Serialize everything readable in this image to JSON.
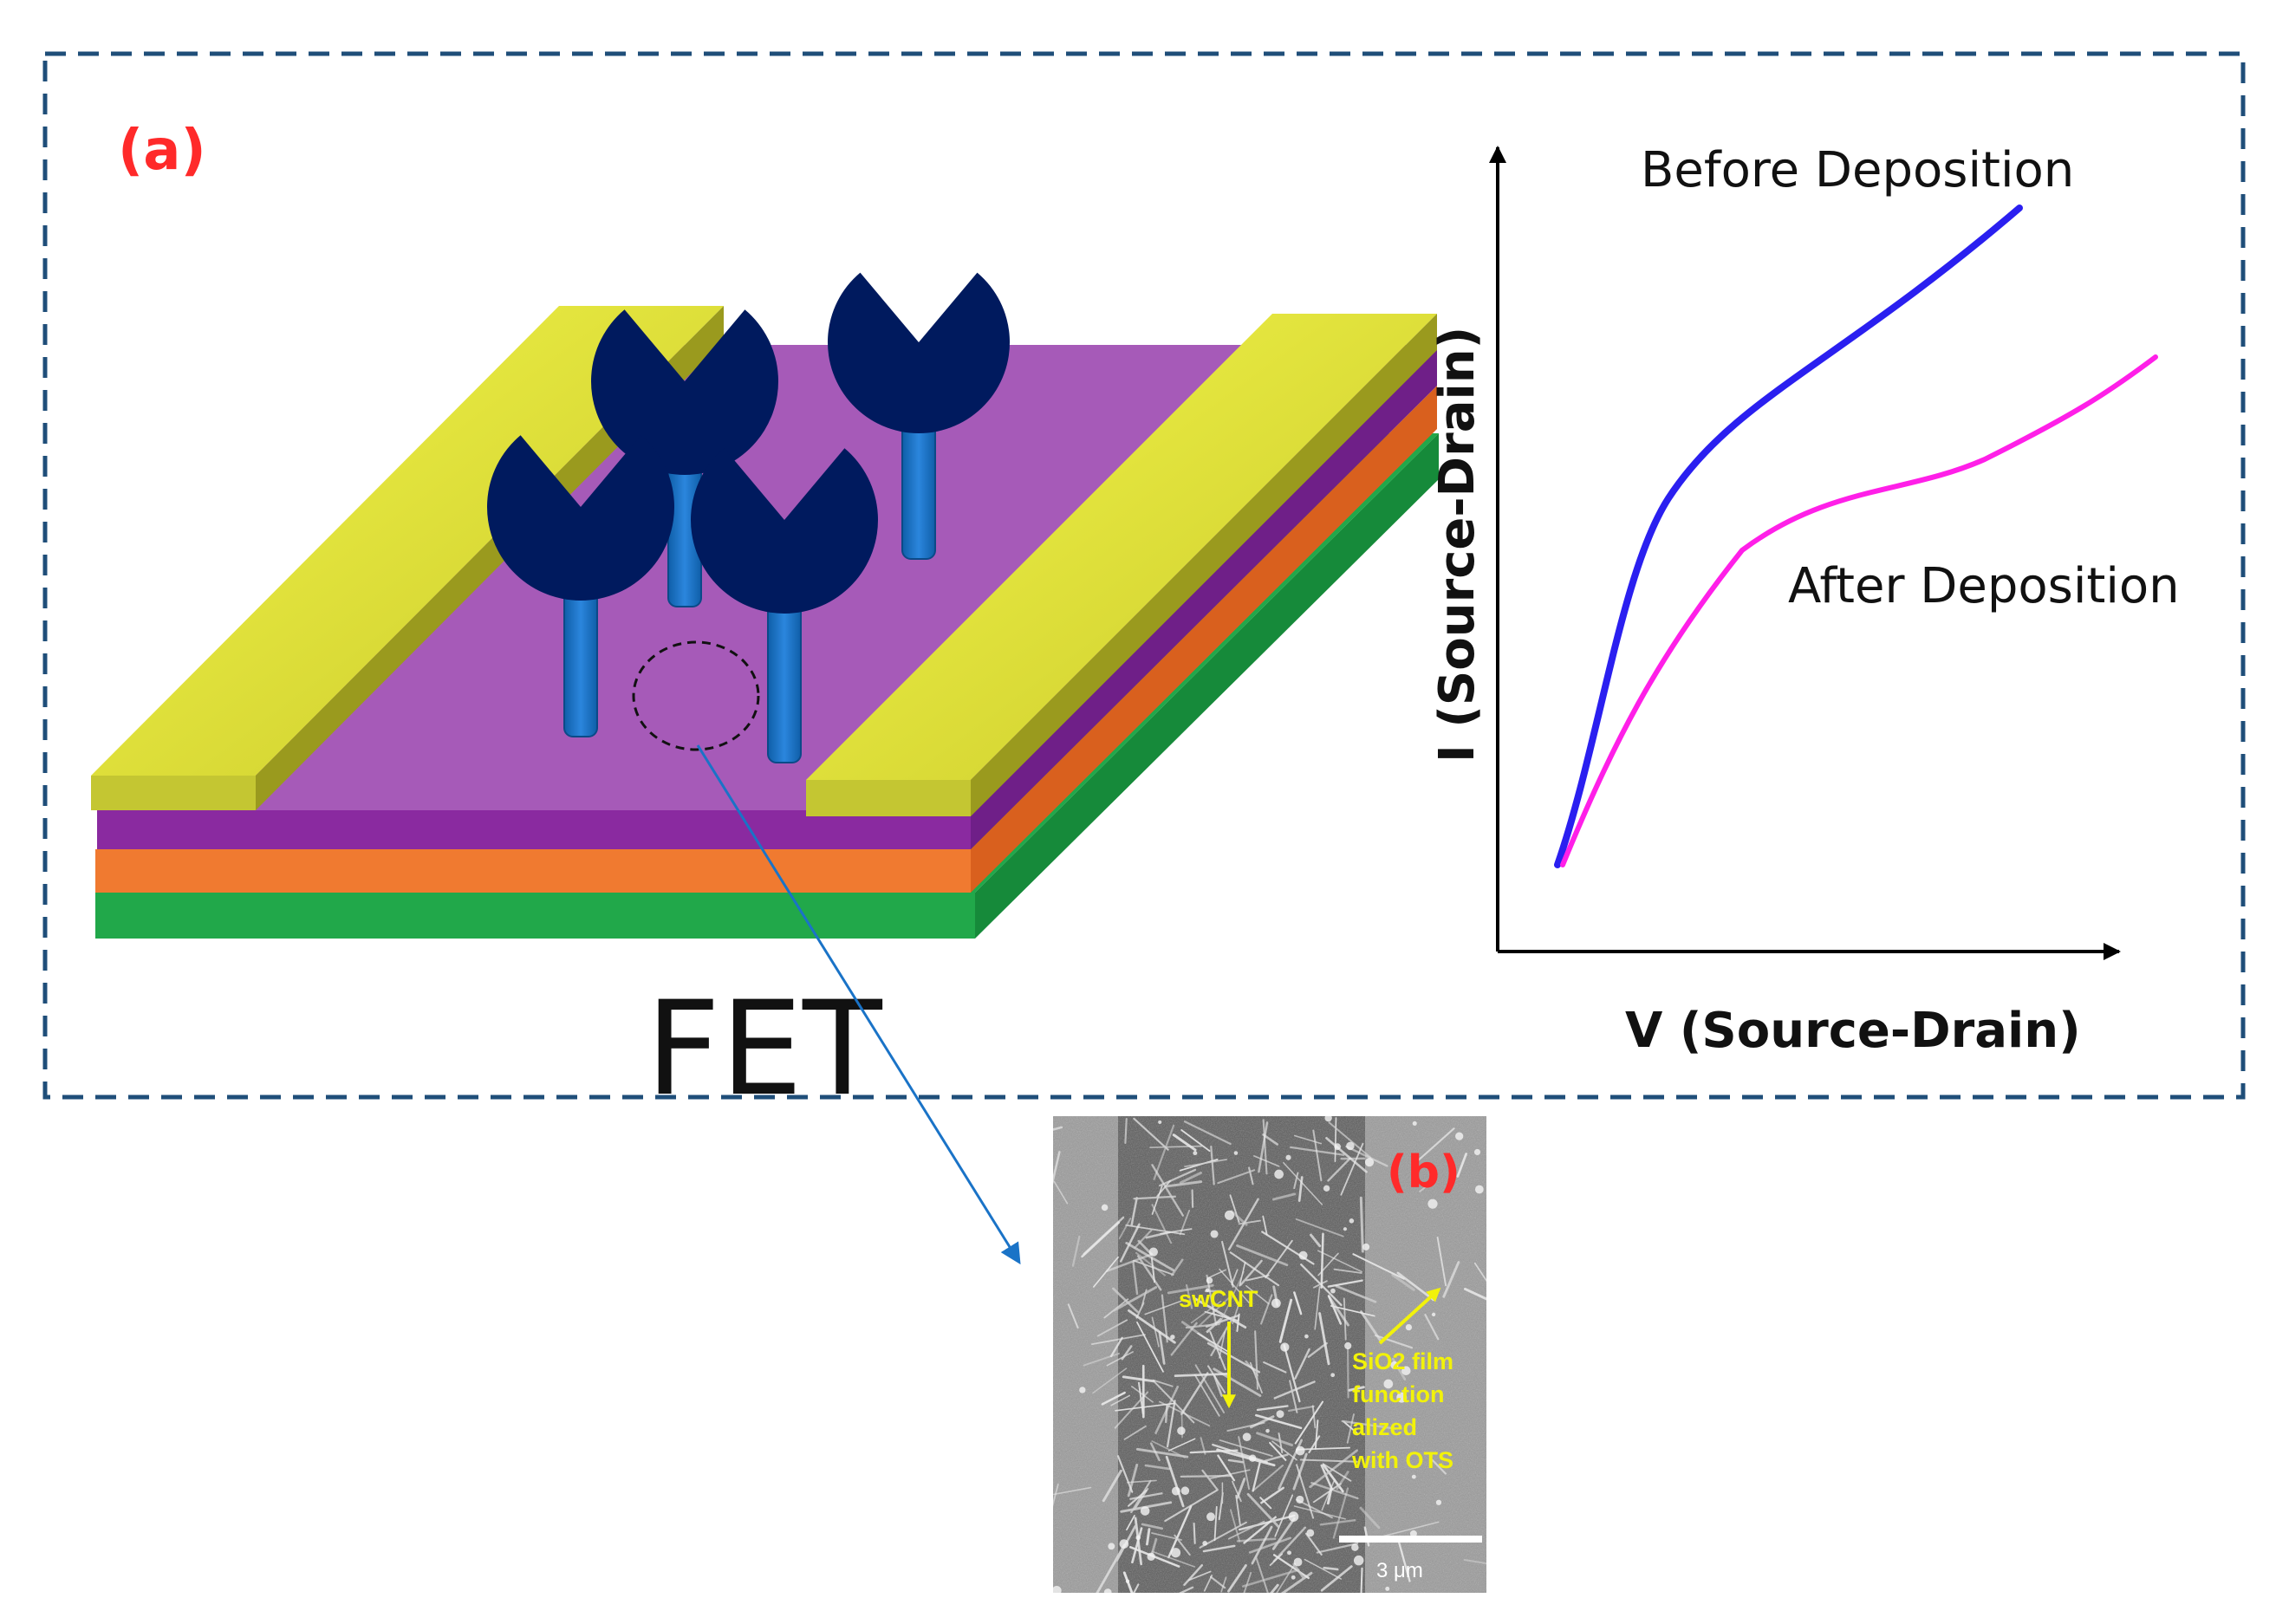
{
  "panel_a": {
    "label": "(a)",
    "device_title": "FET",
    "colors": {
      "frame": "#1f4e79",
      "electrode": "#e6e83a",
      "channel": "#a65ab8",
      "dielectric": "#8a2aa0",
      "oxide": "#f07a30",
      "substrate": "#21a84a",
      "receptor": "#001a5e",
      "linker": "#1a73c7"
    }
  },
  "graph": {
    "y_axis_label": "I (Source-Drain)",
    "x_axis_label": "V (Source-Drain)",
    "curves": [
      {
        "name": "Before Deposition",
        "color": "#2a1ff0"
      },
      {
        "name": "After Deposition",
        "color": "#ff1fe8"
      }
    ]
  },
  "panel_b": {
    "label": "(b)",
    "annotation_swcnt": "swCNT",
    "annotation_film": [
      "SiO2 film",
      "function",
      "alized",
      "with OTS"
    ],
    "scale_bar": "3 μm",
    "arrow_color": "#f2f20a"
  }
}
